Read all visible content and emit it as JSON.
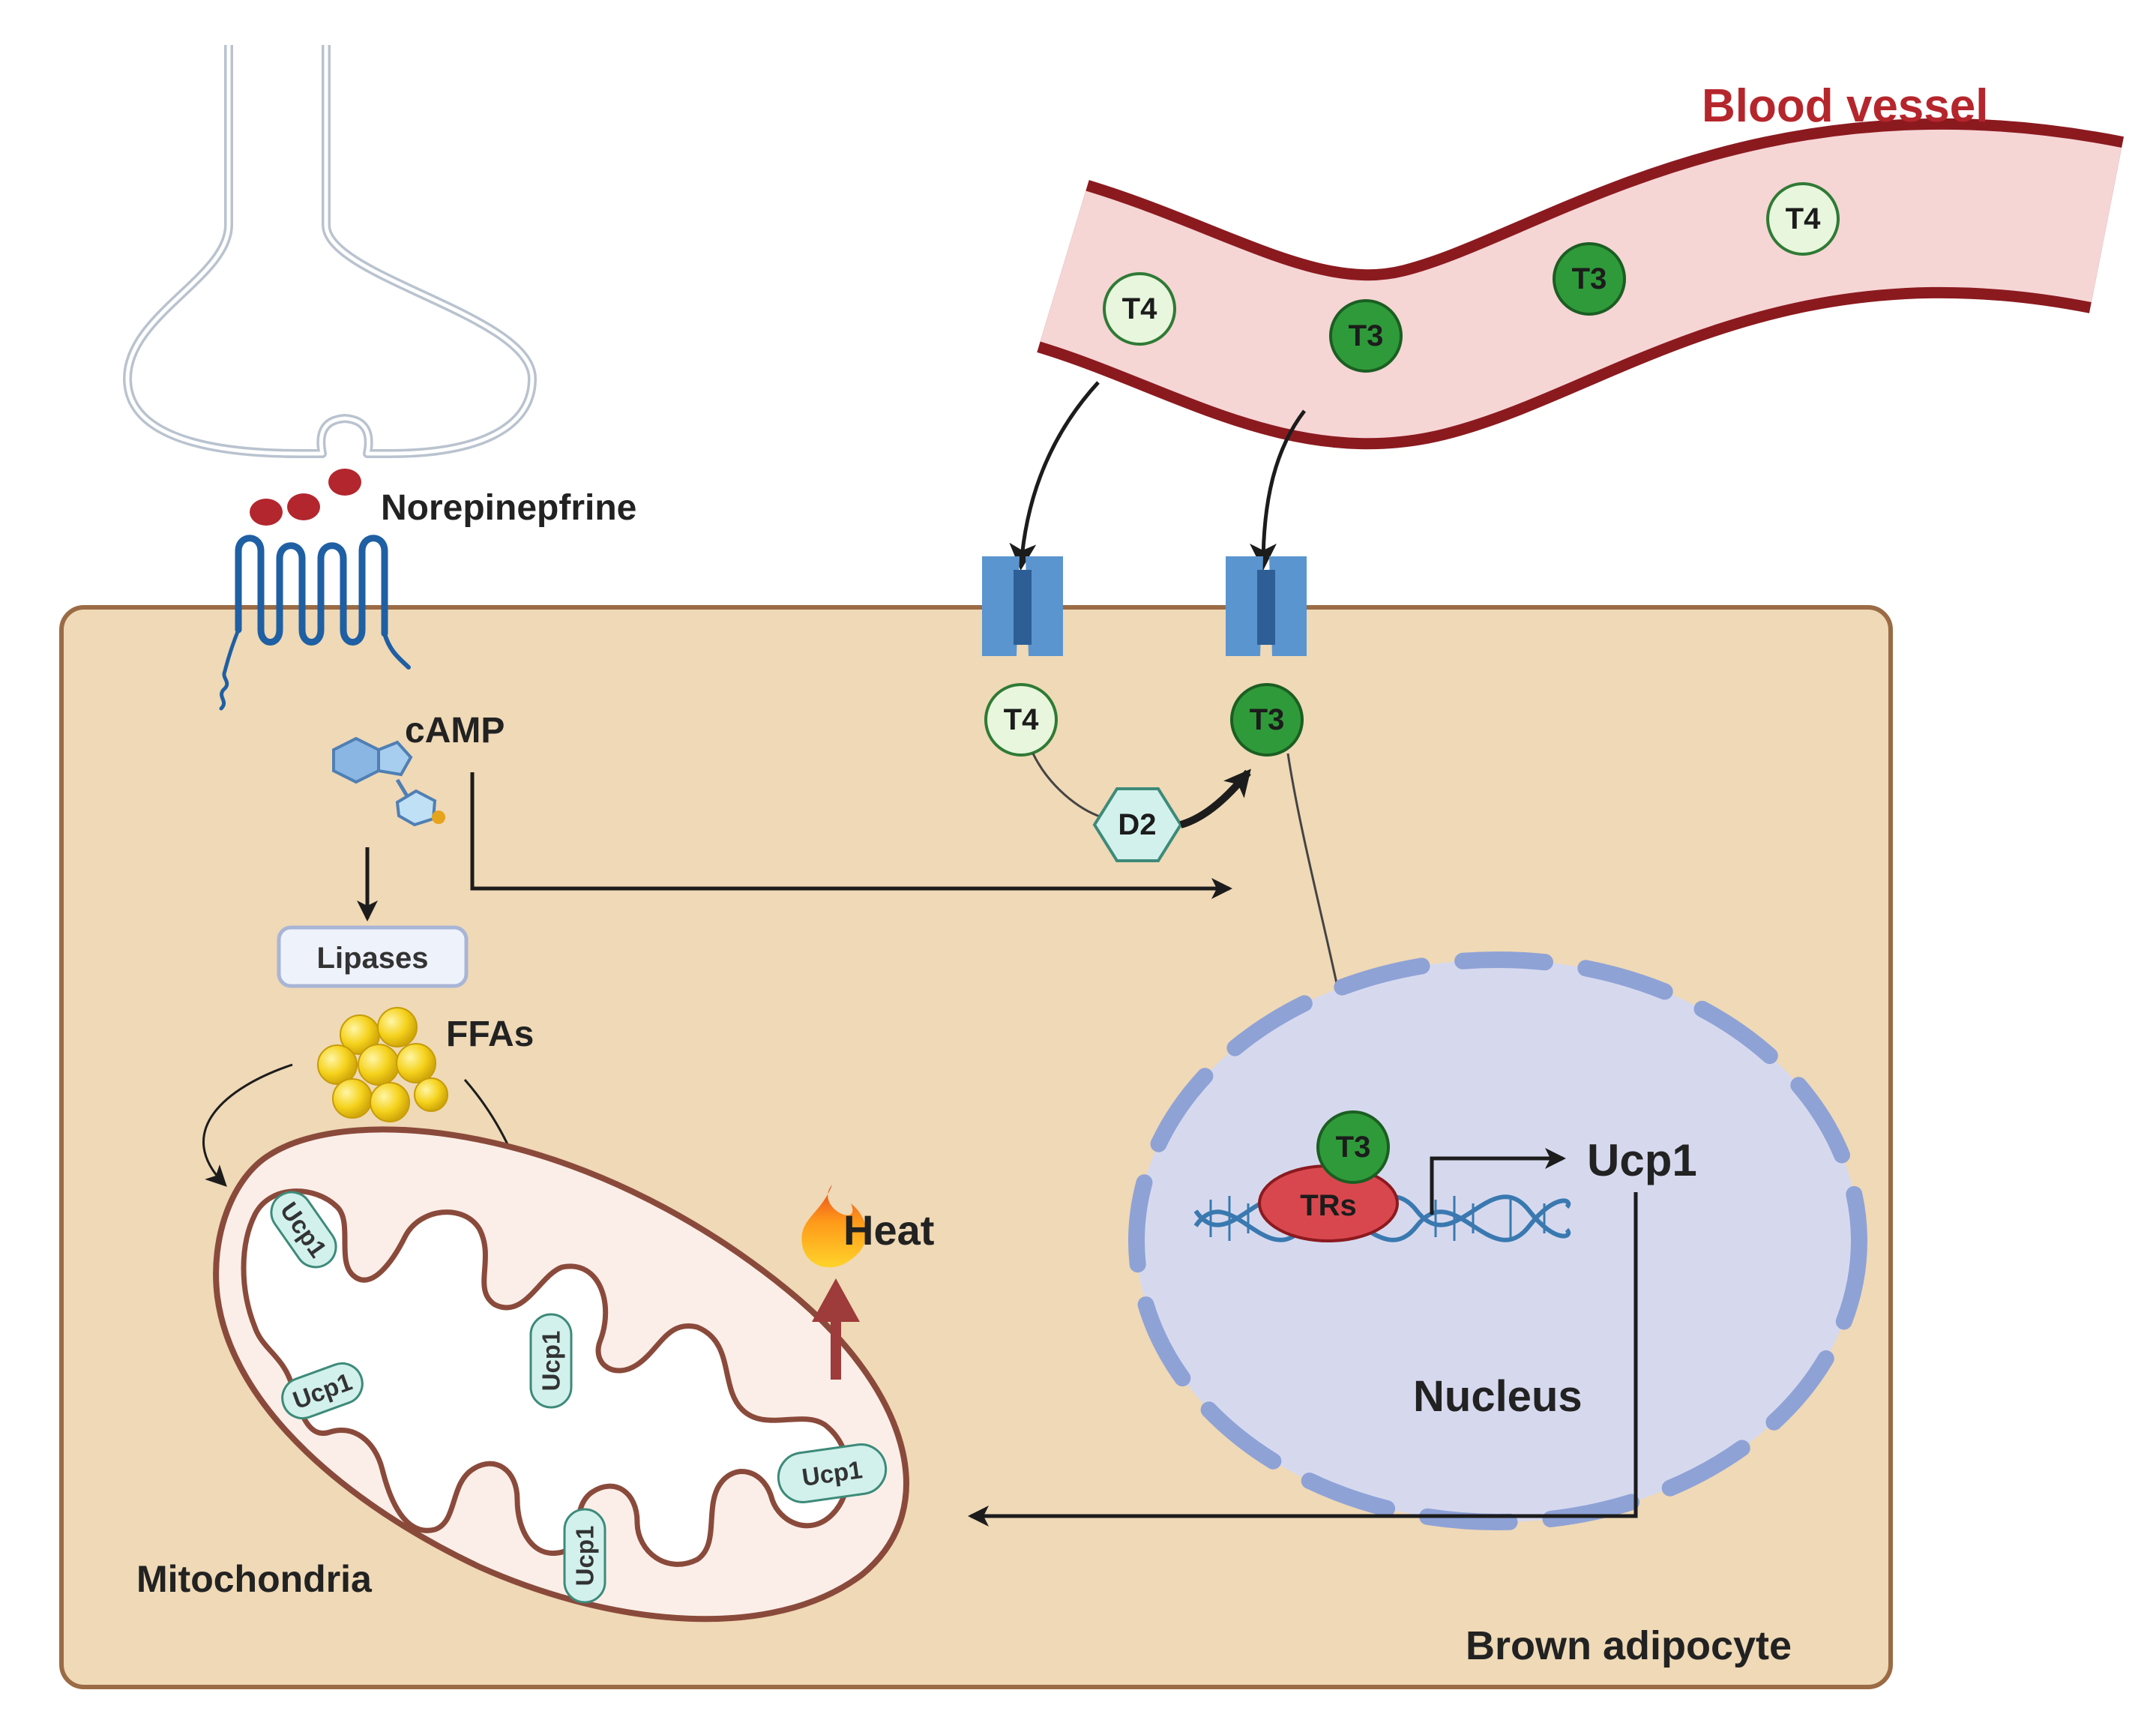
{
  "labels": {
    "blood_vessel": "Blood vessel",
    "norepinephrine": "Norepinepfrine",
    "camp": "cAMP",
    "lipases": "Lipases",
    "ffas": "FFAs",
    "heat": "Heat",
    "d2": "D2",
    "t3": "T3",
    "t4": "T4",
    "trs": "TRs",
    "ucp1_gene": "Ucp1",
    "ucp1_protein": "Ucp1",
    "nucleus": "Nucleus",
    "mitochondria": "Mitochondria",
    "brown_adipocyte": "Brown adipocyte"
  },
  "colors": {
    "cell_fill": "#efd9b6",
    "cell_border": "#9a6b45",
    "vessel_wall": "#8b1a1f",
    "vessel_lumen": "#f6d5d5",
    "vessel_label": "#b5262c",
    "t3_fill": "#2f9a3a",
    "t4_fill": "#e7f6dc",
    "receptor": "#1f5fa3",
    "channel": "#5b95cf",
    "nucleus_fill": "#d6d9ee",
    "nucleus_membrane": "#8ea2d6",
    "trs_fill": "#d9474e",
    "ucp1_fill": "#d2f1ec",
    "mito_outer": "#fbeee8",
    "mito_border": "#8a4a3b",
    "lipid": "#f5d21c",
    "heat_arrow": "#9e3b3b",
    "dna": "#3a79b0"
  }
}
